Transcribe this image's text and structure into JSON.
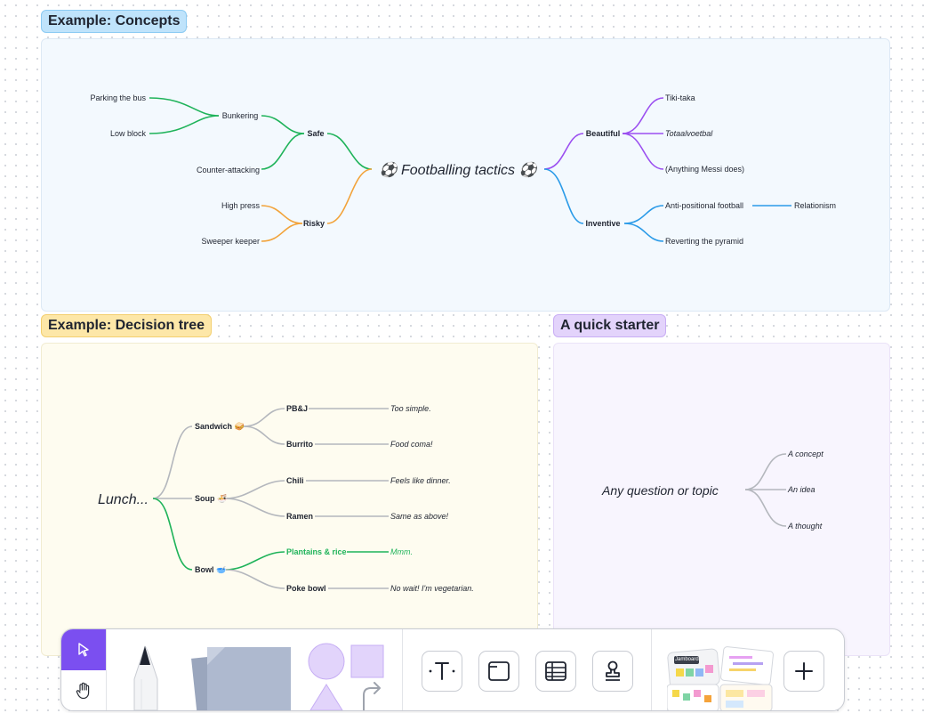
{
  "sections": {
    "concepts": {
      "label": "Example: Concepts"
    },
    "decision": {
      "label": "Example: Decision tree"
    },
    "starter": {
      "label": "A quick starter"
    }
  },
  "colors": {
    "concepts_bg": "#f3f9fe",
    "decision_bg": "#fefcf0",
    "starter_bg": "#f8f5fe",
    "green": "#1fb35a",
    "orange": "#f2a33a",
    "purple": "#9b4ff0",
    "blue": "#2b9be8",
    "gray": "#b4b7bd",
    "accent": "#7b4ff0"
  },
  "concepts": {
    "root": "⚽ Footballing tactics ⚽",
    "safe": "Safe",
    "bunkering": "Bunkering",
    "parking": "Parking the bus",
    "lowblock": "Low block",
    "counter": "Counter-attacking",
    "risky": "Risky",
    "highpress": "High press",
    "sweeper": "Sweeper keeper",
    "beautiful": "Beautiful",
    "tikitaka": "Tiki-taka",
    "totaal": "Totaalvoetbal",
    "messi": "(Anything Messi does)",
    "inventive": "Inventive",
    "antipos": "Anti-positional football",
    "relationism": "Relationism",
    "reverting": "Reverting the pyramid"
  },
  "decision": {
    "root": "Lunch...",
    "sandwich": "Sandwich 🥪",
    "pbj": "PB&J",
    "pbj_note": "Too simple.",
    "burrito": "Burrito",
    "burrito_note": "Food coma!",
    "soup": "Soup 🍜",
    "chili": "Chili",
    "chili_note": "Feels like dinner.",
    "ramen": "Ramen",
    "ramen_note": "Same as above!",
    "bowl": "Bowl 🥣",
    "plantains": "Plantains & rice",
    "plantains_note": "Mmm.",
    "poke": "Poke bowl",
    "poke_note": "No wait! I'm vegetarian."
  },
  "starter": {
    "root": "Any question or topic",
    "concept": "A concept",
    "idea": "An idea",
    "thought": "A thought"
  },
  "toolbar": {
    "tools": [
      "select-icon",
      "hand-icon",
      "pen-icon",
      "sticky-note-icon",
      "shapes-icon",
      "text-icon",
      "frame-icon",
      "table-icon",
      "stamp-icon",
      "templates-icon",
      "add-icon"
    ],
    "template_badge": "Jamboard"
  }
}
